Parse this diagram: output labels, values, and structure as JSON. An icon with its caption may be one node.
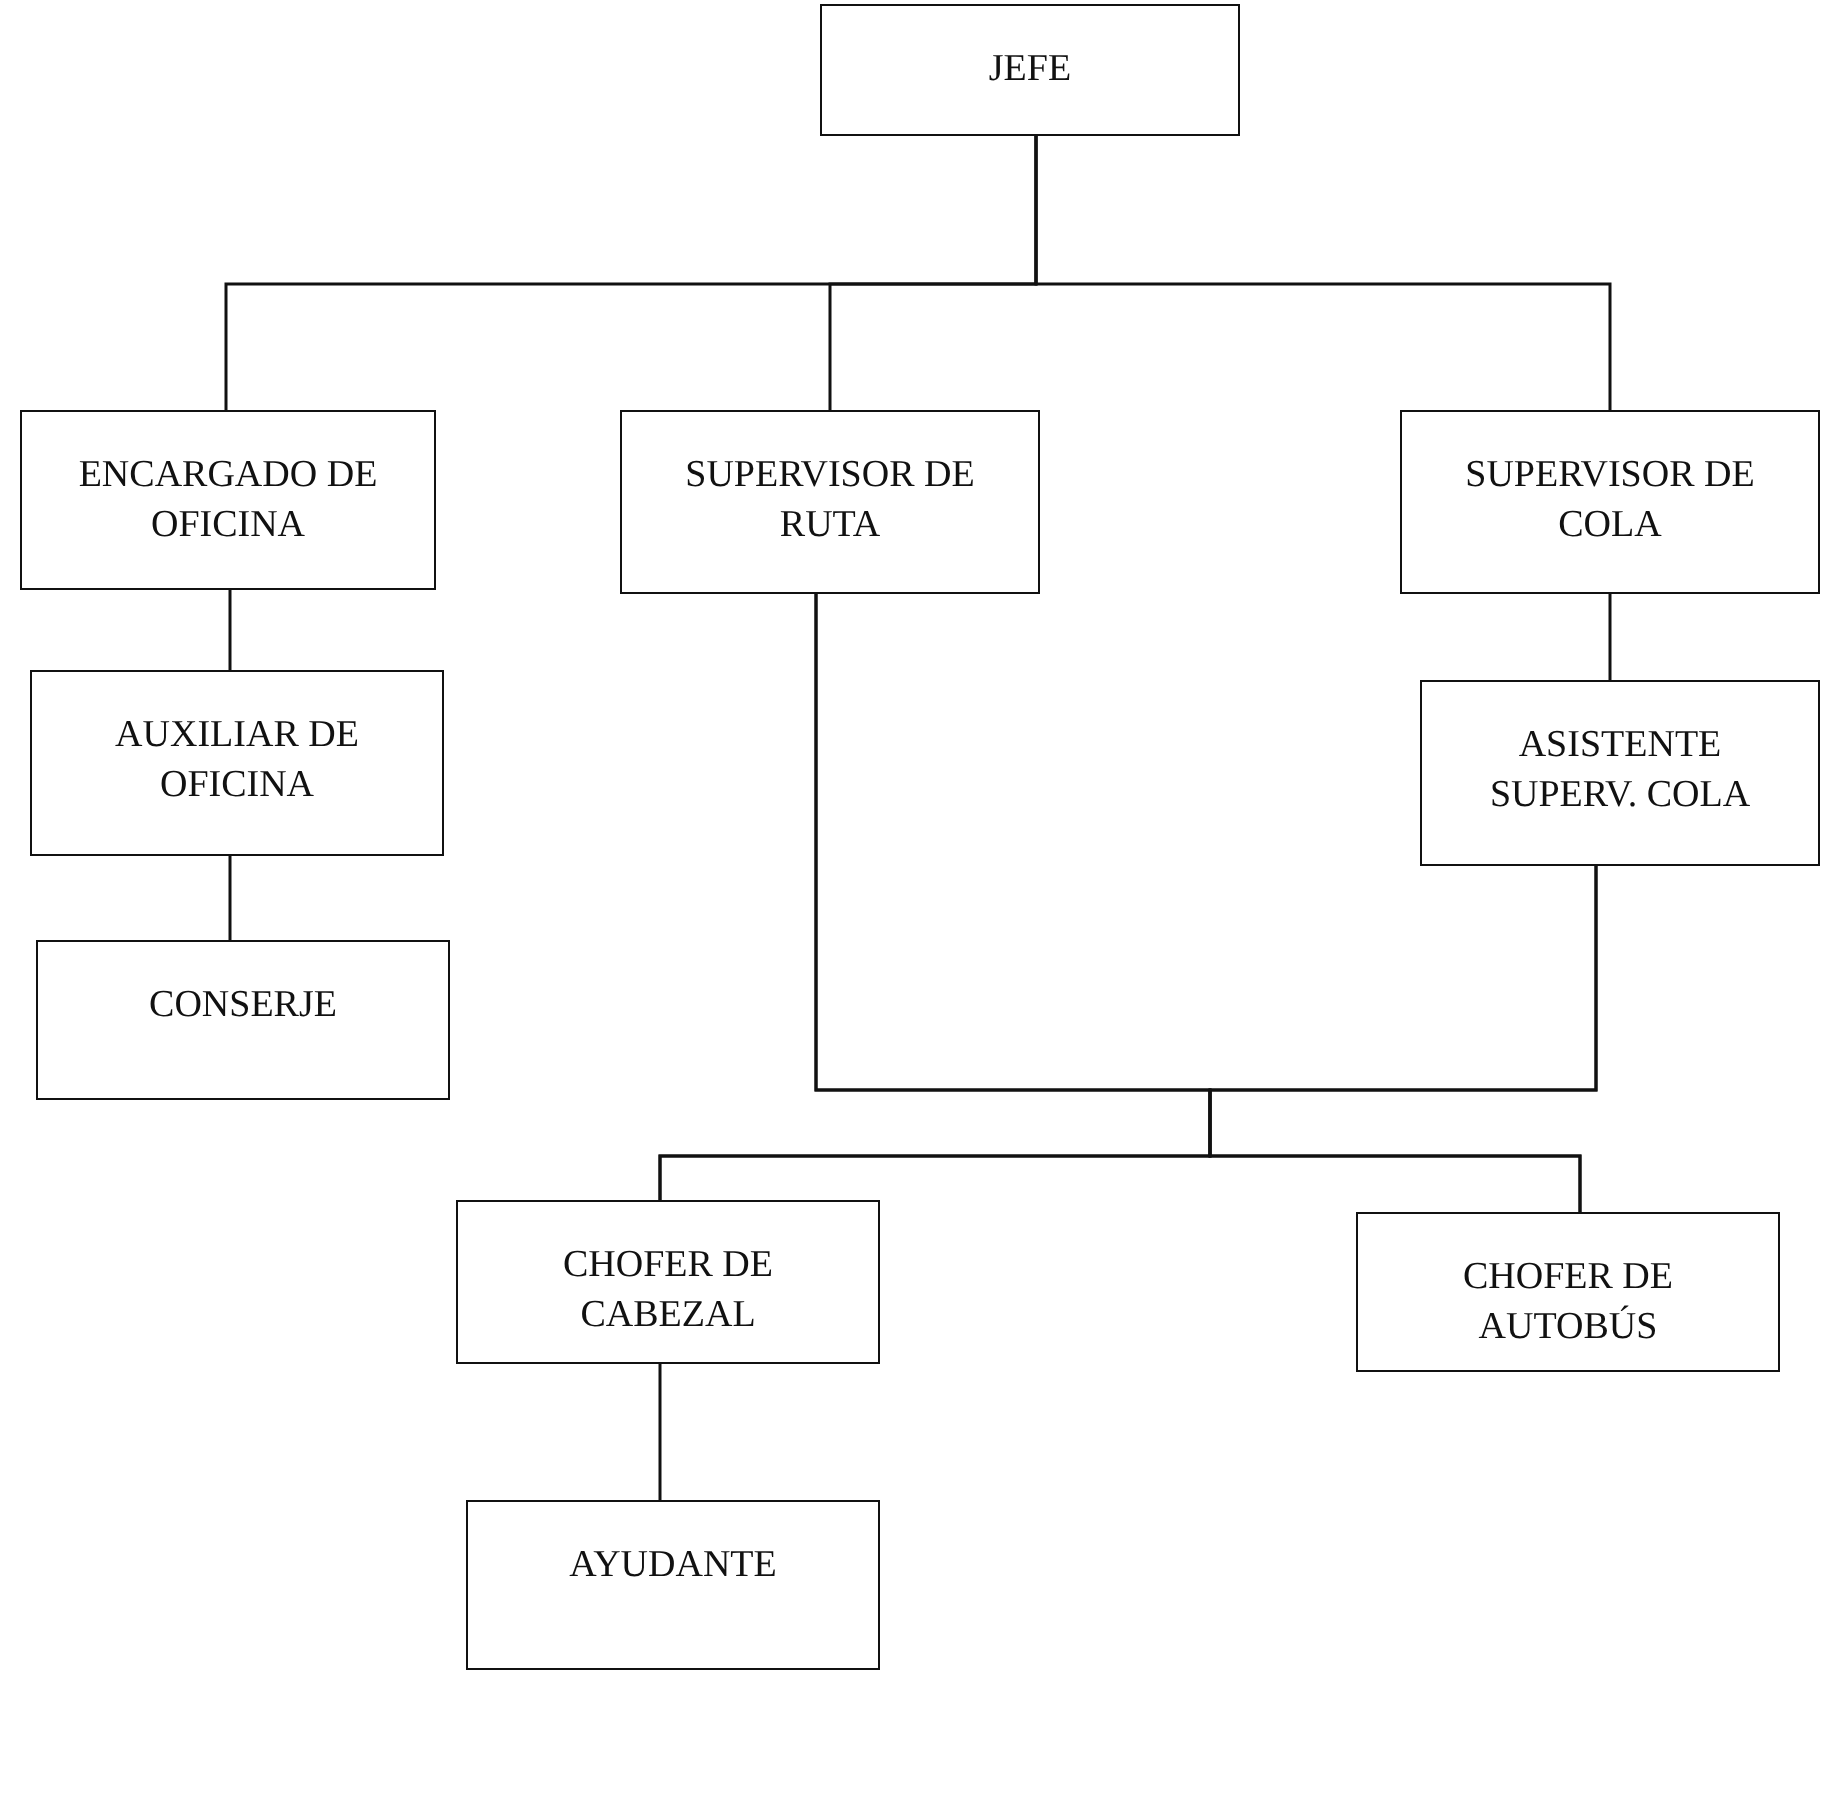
{
  "diagram": {
    "nodes": [
      {
        "text": [
          "JEFE"
        ]
      },
      {
        "text": [
          "ENCARGADO DE OFICINA"
        ]
      },
      {
        "text": [
          "SUPERVISOR DE RUTA"
        ]
      },
      {
        "text": [
          "SUPERVISOR DE COLA"
        ]
      },
      {
        "text": [
          "AUXILIAR DE OFICINA"
        ]
      },
      {
        "text": [
          "ASISTENTE SUPERV. COLA"
        ]
      },
      {
        "text": [
          "CONSERJE"
        ]
      },
      {
        "text": [
          "CHOFER DE CABEZAL"
        ]
      },
      {
        "text": [
          "CHOFER DE AUTOBÚS"
        ]
      },
      {
        "text": [
          "AYUDANTE"
        ]
      }
    ],
    "edges": [
      {
        "from": 0,
        "to": 1,
        "arrow": "none"
      },
      {
        "from": 0,
        "to": 2,
        "arrow": "none"
      },
      {
        "from": 0,
        "to": 3,
        "arrow": "none"
      },
      {
        "from": 1,
        "to": 4,
        "arrow": "none"
      },
      {
        "from": 4,
        "to": 6,
        "arrow": "none"
      },
      {
        "from": 3,
        "to": 5,
        "arrow": "none"
      },
      {
        "from": 2,
        "to": 7,
        "arrow": "none"
      },
      {
        "from": 2,
        "to": 8,
        "arrow": "none"
      },
      {
        "from": 5,
        "to": 7,
        "arrow": "none"
      },
      {
        "from": 5,
        "to": 8,
        "arrow": "none"
      },
      {
        "from": 7,
        "to": 9,
        "arrow": "none"
      }
    ]
  }
}
